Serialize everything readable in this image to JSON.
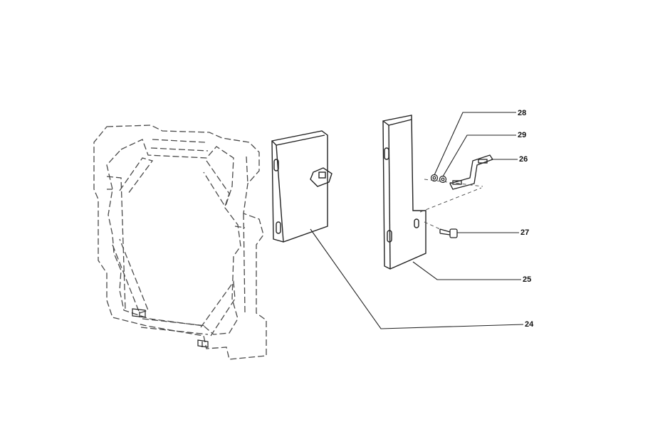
{
  "diagram": {
    "callouts": [
      {
        "id": "28",
        "label": "28"
      },
      {
        "id": "29",
        "label": "29"
      },
      {
        "id": "26",
        "label": "26"
      },
      {
        "id": "27",
        "label": "27"
      },
      {
        "id": "25",
        "label": "25"
      },
      {
        "id": "24",
        "label": "24"
      }
    ],
    "colors": {
      "line": "#222222",
      "dashed": "#4a4a4a",
      "background": "#ffffff"
    }
  }
}
